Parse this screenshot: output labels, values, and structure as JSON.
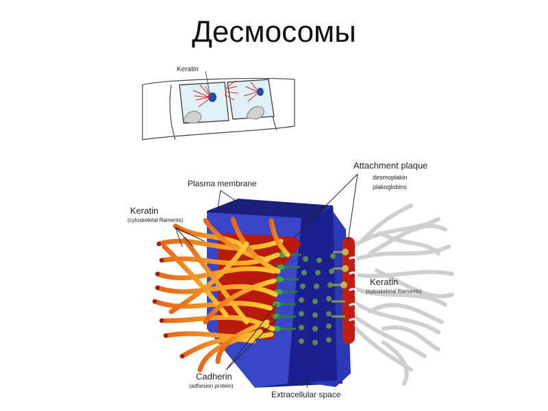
{
  "title": "Десмосомы",
  "labels": {
    "keratin_small": "Keratin",
    "plasma_membrane": "Plasma membrane",
    "keratin_left": "Keratin",
    "keratin_left_sub": "(cytoskeletal filaments)",
    "attachment_plaque": "Attachment plaque",
    "desmoplakin": "desmoplakin",
    "plakoglobins": "plakoglobins",
    "keratin_right": "Keratin",
    "keratin_right_sub": "(cytoskeletal filaments)",
    "cadherin": "Cadherin",
    "cadherin_sub": "(adhesion protein)",
    "extracellular_space": "Extracellular space"
  },
  "colors": {
    "membrane_blue": "#3a46c8",
    "dark_blue": "#1a1f7a",
    "plaque_red": "#b81a0e",
    "keratin_orange": "#f29a1c",
    "keratin_gray": "#cfcfcf",
    "cadherin_green": "#3aa84a"
  }
}
